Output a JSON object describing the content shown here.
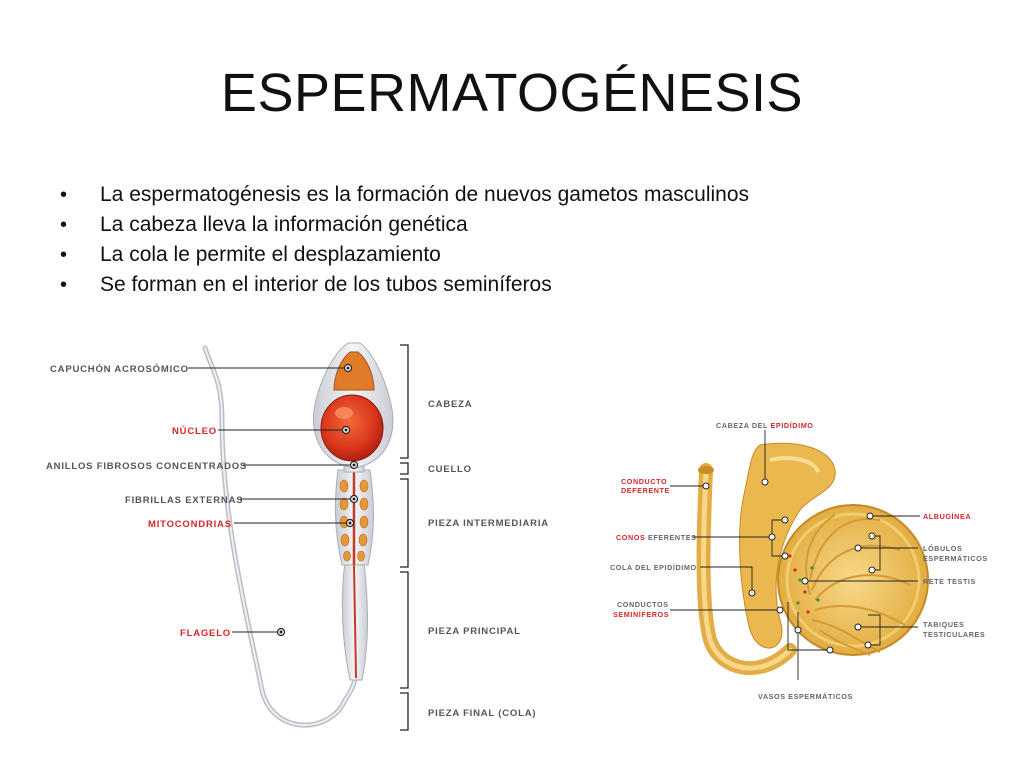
{
  "title": "ESPERMATOGÉNESIS",
  "bullets": [
    "La espermatogénesis es la formación de nuevos gametos masculinos",
    "La cabeza lleva la información genética",
    "La cola le permite el desplazamiento",
    "Se forman en el interior de los tubos seminíferos"
  ],
  "sperm_diagram": {
    "left_labels": {
      "acrosome": "CAPUCHÓN ACROSÓMICO",
      "nucleus": "NÚCLEO",
      "rings": "ANILLOS FIBROSOS CONCENTRADOS",
      "fibrils": "FIBRILLAS EXTERNAS",
      "mitochondria": "MITOCONDRIAS",
      "flagellum": "FLAGELO"
    },
    "right_labels": {
      "head": "CABEZA",
      "neck": "CUELLO",
      "midpiece": "PIEZA INTERMEDIARIA",
      "principal": "PIEZA PRINCIPAL",
      "end": "PIEZA FINAL (COLA)"
    }
  },
  "testis_diagram": {
    "epididymis_head_pre": "CABEZA DEL ",
    "epididymis_head_red": "EPIDÍDIMO",
    "vas_deferens_1": "CONDUCTO",
    "vas_deferens_2": "DEFERENTE",
    "efferent_red": "CONOS",
    "efferent_rest": " EFERENTES",
    "epididymis_tail": "COLA DEL EPIDÍDIMO",
    "seminiferous_1": "CONDUCTOS",
    "seminiferous_2": "SEMINÍFEROS",
    "albuginea": "ALBUGÍNEA",
    "lobules_1": "LÓBULOS",
    "lobules_2": "ESPERMÁTICOS",
    "rete_testis": "RETE TESTIS",
    "septa_1": "TABIQUES",
    "septa_2": "TESTICULARES",
    "vessels": "VASOS ESPERMÁTICOS"
  }
}
